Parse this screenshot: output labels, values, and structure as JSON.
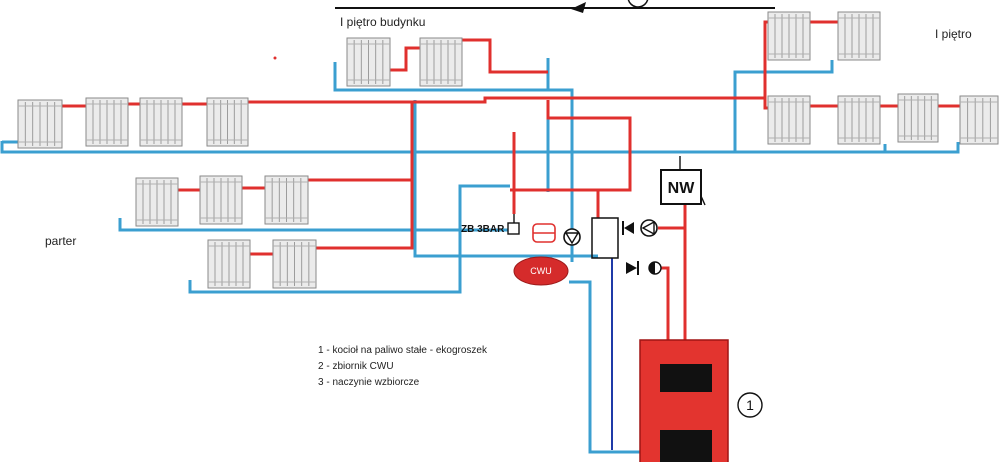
{
  "labels": {
    "floor_building": "I piętro budynku",
    "floor_right": "I piętro",
    "ground_floor": "parter",
    "safety_valve": "ZB 3BAR",
    "expansion_vessel": "NW",
    "hot_water_tank": "CWU",
    "boiler_number": "1"
  },
  "legend": [
    "1 - kocioł na paliwo stałe - ekogroszek",
    "2 - zbiornik CWU",
    "3 - naczynie wzbiorcze"
  ],
  "colors": {
    "supply": "#e0302e",
    "return": "#3b9fd0",
    "boiler": "#e3342f",
    "cwu_tank": "#d52b2b",
    "cold_water": "#1f3aa8",
    "radiator": "#ebebeb"
  },
  "icons": {
    "pump": "pump-icon",
    "check_valve": "check-valve-icon",
    "radiator": "radiator-icon"
  }
}
